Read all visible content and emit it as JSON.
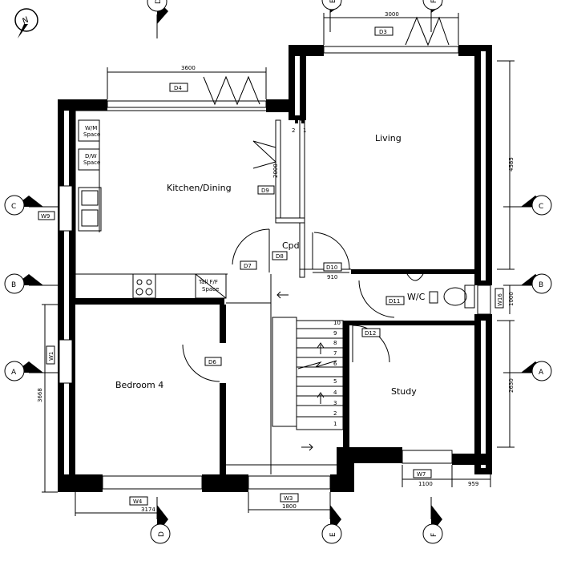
{
  "rooms": {
    "kitchen": "Kitchen/Dining",
    "living": "Living",
    "cupboard": "Cpd",
    "wc": "W/C",
    "bedroom": "Bedroom 4",
    "study": "Study"
  },
  "tags": {
    "d3": "D3",
    "d4": "D4",
    "d6": "D6",
    "d7": "D7",
    "d8": "D8",
    "d9": "D9",
    "d10": "D10",
    "d11": "D11",
    "d12": "D12",
    "w1": "W1",
    "w3": "W3",
    "w4": "W4",
    "w7": "W7",
    "w9": "W9",
    "w16": "W16"
  },
  "dimensions": {
    "d3_width": "3000",
    "d4_width": "3600",
    "d9_height": "2000",
    "living_height": "4585",
    "d10_width": "910",
    "w16_width": "1000",
    "bedroom_height": "3668",
    "study_height": "2630",
    "w7_width": "1100",
    "w7_offset": "959",
    "w3_width": "1800",
    "w4_width": "3174"
  },
  "fixtures": {
    "wm_space": "W/M\nSpace",
    "dw_space": "D/W\nSpace",
    "tall_ff_space": "Tall F/F\nSpace"
  },
  "stairs": [
    "1",
    "2",
    "3",
    "4",
    "5",
    "6",
    "7",
    "8",
    "9",
    "10"
  ],
  "sections": {
    "a_left": "A",
    "a_right": "A",
    "b_left": "B",
    "b_right": "B",
    "c_left": "C",
    "c_right": "C",
    "d_top": "D",
    "d_bottom": "D",
    "e_top": "E",
    "e_bottom": "E",
    "f_top": "F",
    "f_bottom": "F"
  },
  "compass": {
    "label": "N"
  }
}
